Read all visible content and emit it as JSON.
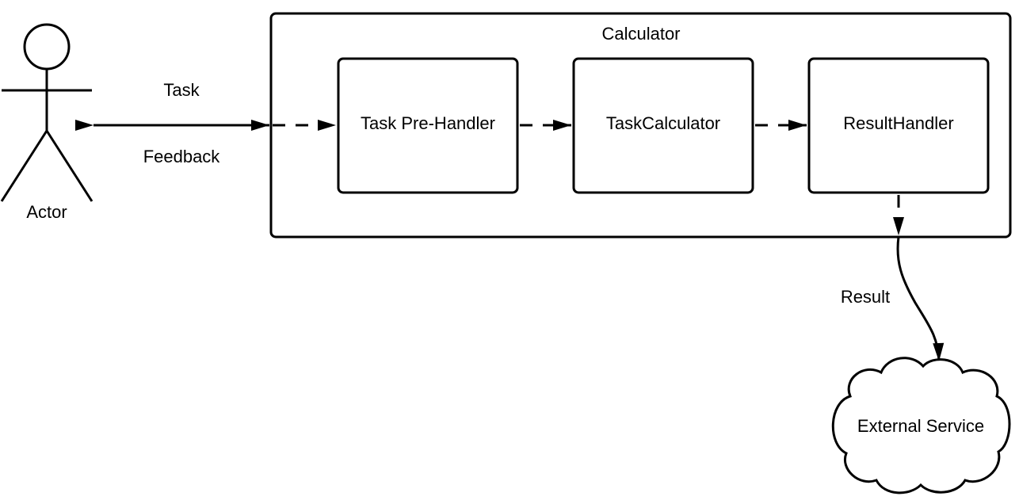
{
  "actor": {
    "label": "Actor"
  },
  "interaction": {
    "request_label": "Task",
    "response_label": "Feedback"
  },
  "container": {
    "title": "Calculator"
  },
  "components": [
    {
      "label": "Task Pre-Handler"
    },
    {
      "label": "TaskCalculator"
    },
    {
      "label": "ResultHandler"
    }
  ],
  "output": {
    "flow_label": "Result",
    "target_label": "External Service"
  },
  "colors": {
    "stroke": "#000000",
    "background": "#ffffff"
  }
}
